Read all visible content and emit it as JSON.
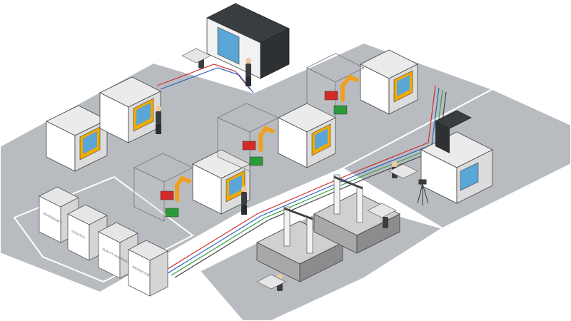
{
  "scene": {
    "description_labels": {
      "rack_1": "MAINTENANCE",
      "rack_2": "LOGISTICS",
      "rack_3": "QUALITY ASSURANCE",
      "rack_4": "PRODUCTION"
    }
  },
  "colors": {
    "floor": "#b8bcc0",
    "floor_edge": "#ffffff",
    "machine_body": "#f2f2f2",
    "machine_dark": "#3a3d40",
    "machine_accent": "#f2a900",
    "screen": "#5aa6d6",
    "robot": "#f0a020",
    "bin_red": "#d42a2a",
    "bin_green": "#2c9a3a",
    "cable_red": "#d03030",
    "cable_blue": "#3060c0",
    "cable_green": "#30a040",
    "cable_dark": "#404040"
  },
  "icons": {
    "cnc": "cnc-machine-icon",
    "robot": "robot-arm-icon",
    "worker": "worker-icon",
    "rack": "server-rack-icon",
    "cmm": "cmm-machine-icon"
  }
}
